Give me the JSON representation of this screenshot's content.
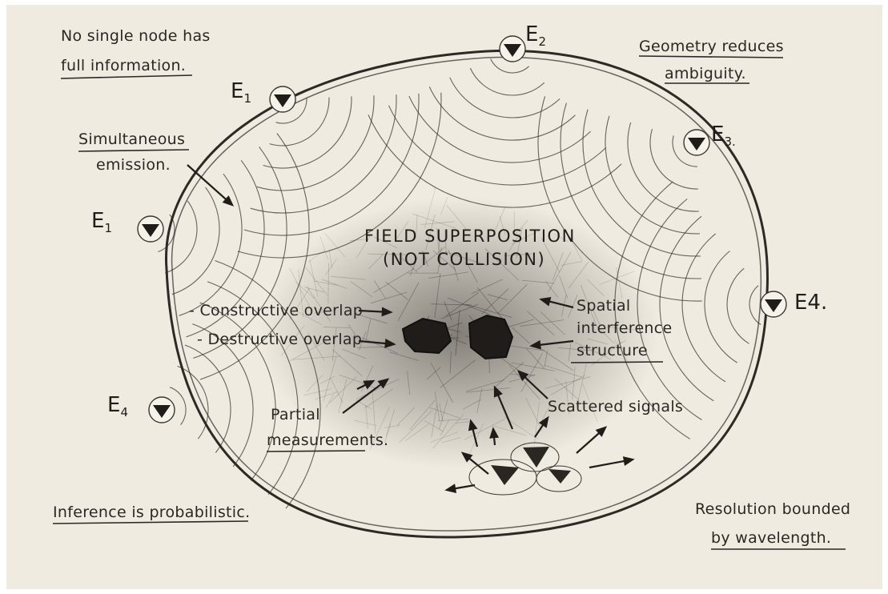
{
  "notes": {
    "top_left": [
      "No single node has",
      "full information."
    ],
    "top_right": [
      "Geometry reduces",
      "ambiguity."
    ],
    "emission": [
      "Simultaneous",
      "emission."
    ],
    "bottom_left": "Inference is probabilistic.",
    "bottom_right": [
      "Resolution bounded",
      "by wavelength."
    ]
  },
  "center": {
    "title": "FIELD SUPERPOSITION",
    "subtitle": "(NOT COLLISION)"
  },
  "annotations": {
    "constructive": "- Constructive overlap",
    "destructive": "- Destructive overlap",
    "spatial": [
      "Spatial",
      "interference",
      "structure"
    ],
    "partial": [
      "Partial",
      "measurements."
    ],
    "scattered": "Scattered signals"
  },
  "emitters": [
    {
      "label": "E",
      "sub": "1",
      "suffix": ""
    },
    {
      "label": "E",
      "sub": "2",
      "suffix": ""
    },
    {
      "label": "E",
      "sub": "3",
      "suffix": "."
    },
    {
      "label": "E",
      "sub": "1",
      "suffix": ""
    },
    {
      "label": "E4.",
      "sub": "",
      "suffix": ""
    },
    {
      "label": "E",
      "sub": "4",
      "suffix": ""
    }
  ],
  "colors": {
    "paper": "#efebe0",
    "graphite": "#2a2724"
  }
}
